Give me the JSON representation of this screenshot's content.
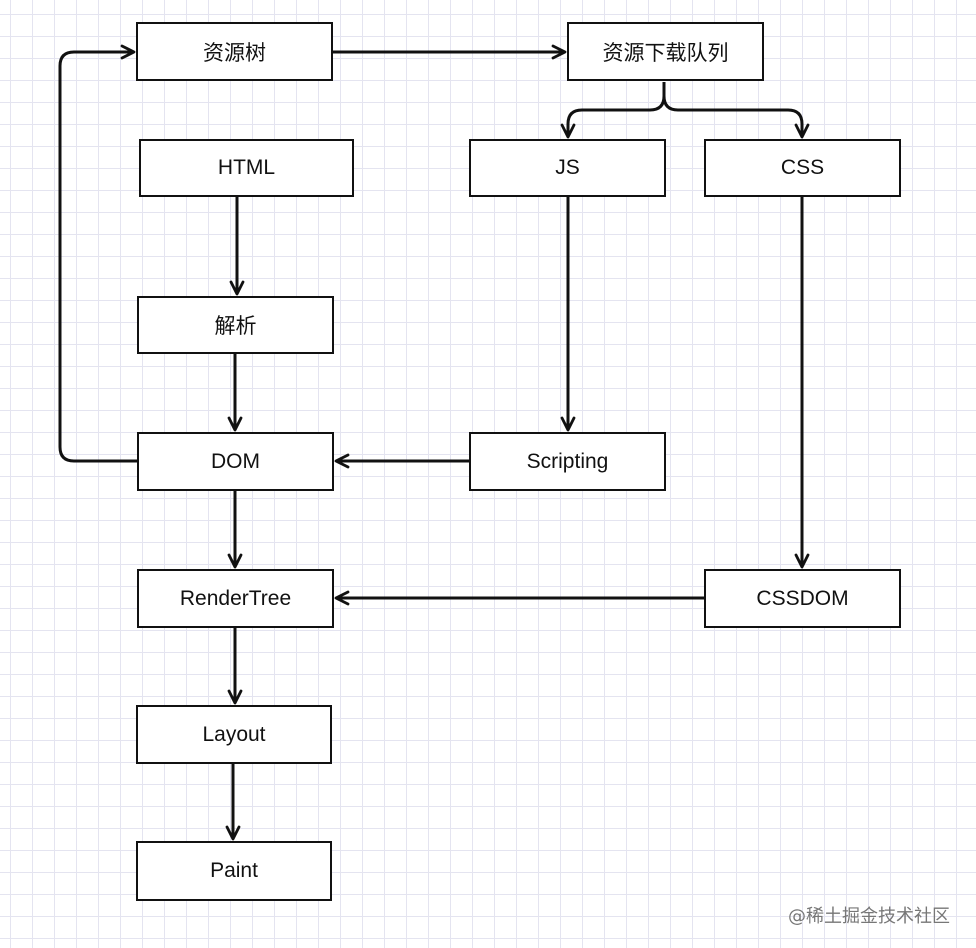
{
  "nodes": {
    "resource_tree": "资源树",
    "download_queue": "资源下载队列",
    "html": "HTML",
    "js": "JS",
    "css": "CSS",
    "parse": "解析",
    "dom": "DOM",
    "scripting": "Scripting",
    "render_tree": "RenderTree",
    "cssdom": "CSSDOM",
    "layout": "Layout",
    "paint": "Paint"
  },
  "edges": [
    [
      "resource_tree",
      "download_queue"
    ],
    [
      "download_queue",
      "js"
    ],
    [
      "download_queue",
      "css"
    ],
    [
      "html",
      "parse"
    ],
    [
      "parse",
      "dom"
    ],
    [
      "js",
      "scripting"
    ],
    [
      "scripting",
      "dom"
    ],
    [
      "dom",
      "resource_tree"
    ],
    [
      "dom",
      "render_tree"
    ],
    [
      "css",
      "cssdom"
    ],
    [
      "cssdom",
      "render_tree"
    ],
    [
      "render_tree",
      "layout"
    ],
    [
      "layout",
      "paint"
    ]
  ],
  "watermark": "@稀土掘金技术社区",
  "colors": {
    "line": "#111111",
    "grid": "#e4e4f0"
  }
}
